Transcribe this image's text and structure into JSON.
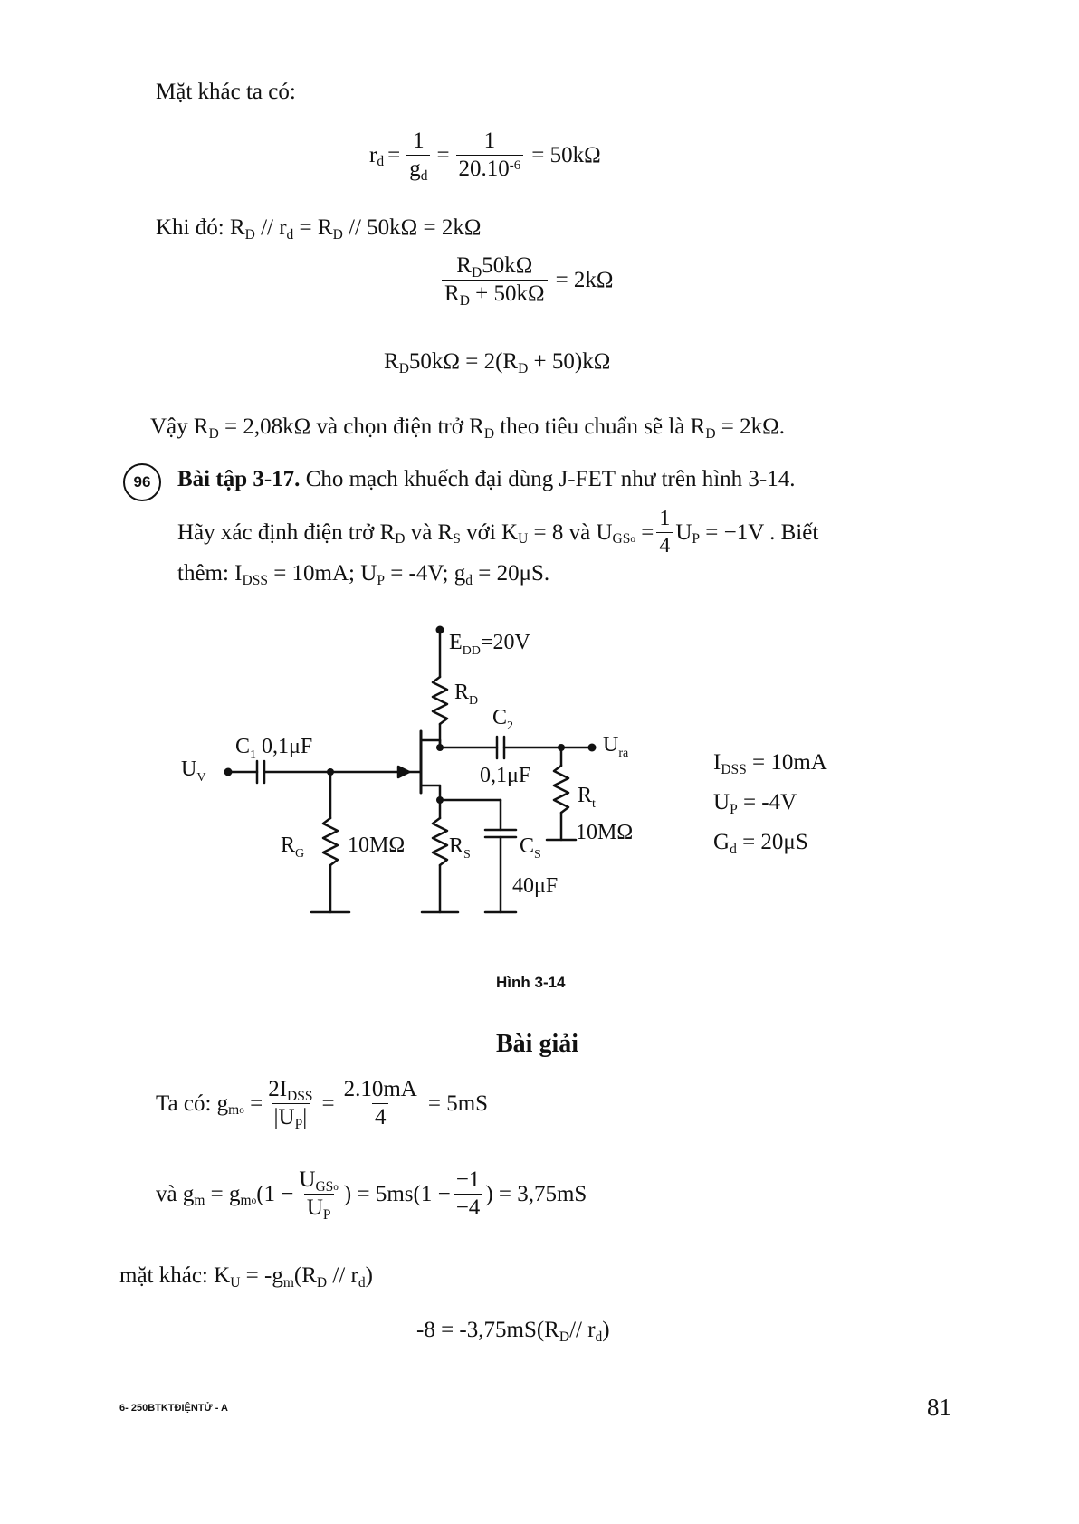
{
  "p1": {
    "intro": "Mặt khác ta có:"
  },
  "eq_rd": {
    "lhs": "r",
    "lhs_sub": "d",
    "eq1": "=",
    "num1": "1",
    "den1": "g",
    "den1_sub": "d",
    "eq2": "=",
    "num2": "1",
    "den2": "20.10",
    "den2_sup": "-6",
    "rhs": "= 50kΩ"
  },
  "khi": {
    "prefix": "Khi đó: R",
    "s1": "D",
    "m1": " // r",
    "s2": "d",
    "m2": " = R",
    "s3": "D",
    "m3": " // 50kΩ = 2kΩ"
  },
  "eq_frac2": {
    "num_a": "R",
    "num_sub": "D",
    "num_b": "50kΩ",
    "den_a": "R",
    "den_sub": "D",
    "den_b": " + 50kΩ",
    "rhs": "= 2kΩ"
  },
  "eq_lin": {
    "a": "R",
    "s1": "D",
    "b": "50kΩ = 2(R",
    "s2": "D",
    "c": " + 50)kΩ"
  },
  "vay": {
    "a": "Vậy R",
    "s1": "D",
    "b": " = 2,08kΩ và chọn điện trở R",
    "s2": "D",
    "c": " theo tiêu chuẩn sẽ là R",
    "s3": "D",
    "d": " = 2kΩ."
  },
  "problem": {
    "badge": "96",
    "title": "Bài tập 3-17.",
    "line1_rest": " Cho mạch khuếch đại dùng J-FET như trên hình 3-14.",
    "l2_a": "Hãy xác định điện trở R",
    "l2_s1": "D",
    "l2_b": " và R",
    "l2_s2": "S",
    "l2_c": " với K",
    "l2_s3": "U",
    "l2_d": " = 8 và U",
    "l2_s4": "GS",
    "l2_s4b": "o",
    "l2_e": " =",
    "frac_num": "1",
    "frac_den": "4",
    "l2_f": "U",
    "l2_s5": "P",
    "l2_g": " = −1V . Biết",
    "l3_a": "thêm: I",
    "l3_s1": "DSS",
    "l3_b": " = 10mA; U",
    "l3_s2": "P",
    "l3_c": " = -4V; g",
    "l3_s3": "d",
    "l3_d": " = 20μS."
  },
  "circuit": {
    "edd": "E",
    "edd_sub": "DD",
    "edd_val": "=20V",
    "rd": "R",
    "rd_sub": "D",
    "c2": "C",
    "c2_sub": "2",
    "c2_val": "0,1μF",
    "c1": "C",
    "c1_sub": "1",
    "c1_val": " 0,1μF",
    "uv": "U",
    "uv_sub": "V",
    "ura": "U",
    "ura_sub": "ra",
    "rg": "R",
    "rg_sub": "G",
    "rg_val": "10MΩ",
    "rs": "R",
    "rs_sub": "S",
    "cs": "C",
    "cs_sub": "S",
    "cs_val": "40μF",
    "rt": "R",
    "rt_sub": "t",
    "rt_val": "10MΩ"
  },
  "side": {
    "p1_a": "I",
    "p1_s": "DSS",
    "p1_b": " = 10mA",
    "p2_a": "U",
    "p2_s": "P",
    "p2_b": " = -4V",
    "p3_a": "G",
    "p3_s": "d",
    "p3_b": " = 20μS"
  },
  "figure": {
    "caption": "Hình 3-14"
  },
  "solution": {
    "heading": "Bài giải"
  },
  "eq_gm0": {
    "pre": "Ta có: g",
    "s1": "m",
    "s1b": "o",
    "eq": " =",
    "num1": "2I",
    "num1_sub": "DSS",
    "den1": "|U",
    "den1_sub": "P",
    "den1_b": "|",
    "eq2": "=",
    "num2": "2.10mA",
    "den2": "4",
    "rhs": "= 5mS"
  },
  "eq_gm": {
    "pre": "và g",
    "s1": "m",
    "m1": " = g",
    "s2": "m",
    "s2b": "o",
    "m2": "(1 −",
    "num": "U",
    "num_sub": "GS",
    "num_subb": "o",
    "den": "U",
    "den_sub": "P",
    "m3": ") = 5ms(1 −",
    "num2": "−1",
    "den2": "−4",
    "rhs": ") = 3,75mS"
  },
  "matkhac": {
    "a": "mặt khác: K",
    "s1": "U",
    "b": " = -g",
    "s2": "m",
    "c": "(R",
    "s3": "D",
    "d": " // r",
    "s4": "d",
    "e": ")"
  },
  "eq_last": {
    "a": "-8 = -3,75mS(R",
    "s1": "D",
    "b": "// r",
    "s2": "d",
    "c": ")"
  },
  "footer": {
    "left": "6- 250BTKTĐIỆNTỬ - A",
    "page": "81"
  }
}
